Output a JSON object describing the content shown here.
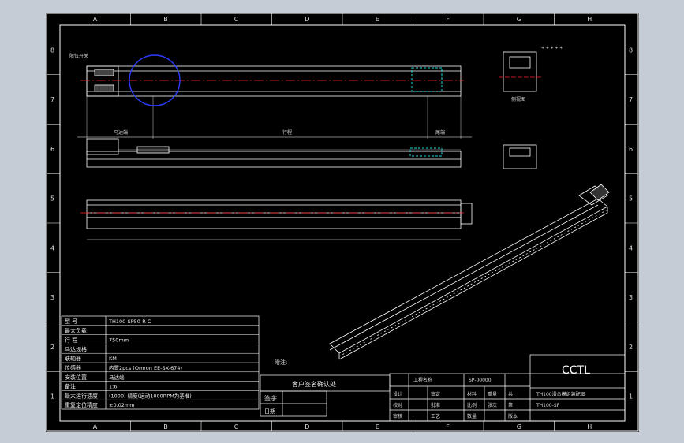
{
  "colors": {
    "bg": "#c6ccd6",
    "paper": "#000000",
    "line": "#ffffff",
    "center": "#ff2020",
    "circle": "#2c3cff",
    "cyan": "#1fd7d7"
  },
  "zones": {
    "cols": [
      "A",
      "B",
      "C",
      "D",
      "E",
      "F",
      "G",
      "H"
    ],
    "rows": [
      "8",
      "7",
      "6",
      "5",
      "4",
      "3",
      "2",
      "1"
    ]
  },
  "top_view": {
    "dim_left": "马达端",
    "dim_mid": "行程",
    "dim_right": "尾端",
    "note": "限位开关"
  },
  "side_view_label": "",
  "front_view": {
    "label": "侧视图",
    "note": "+ + + + +"
  },
  "table": {
    "rows": [
      {
        "label": "型 号",
        "value": "TH100-SP50-R-C"
      },
      {
        "label": "最大负载",
        "value": ""
      },
      {
        "label": "行 程",
        "value": "750mm"
      },
      {
        "label": "马达规格",
        "value": ""
      },
      {
        "label": "联轴器",
        "value": "KM"
      },
      {
        "label": "传感器",
        "value": "内置2pcs (Omron EE-SX-674)"
      },
      {
        "label": "安装位置",
        "value": "马达端"
      },
      {
        "label": "备注",
        "value": "1:6"
      },
      {
        "label": "最大运行速度",
        "value": "(1000) 精度(运动1000RPM为基准)"
      },
      {
        "label": "重复定位精度",
        "value": "±0.02mm"
      }
    ]
  },
  "approval": {
    "note": "附注:",
    "title": "客户签名确认处",
    "sign": "签字",
    "date": "日期"
  },
  "title_block": {
    "company": "CCTL",
    "drawing_name": "TH100滑台模组装配图",
    "drawing_no": "TH100-SP",
    "part_label": "工程名称",
    "part_value": "SP-00000",
    "labels": [
      "设计",
      "校对",
      "审核",
      "审定",
      "批准",
      "工艺",
      "材料",
      "比例",
      "数量",
      "重量",
      "张次",
      "共",
      "第",
      "版本"
    ]
  }
}
